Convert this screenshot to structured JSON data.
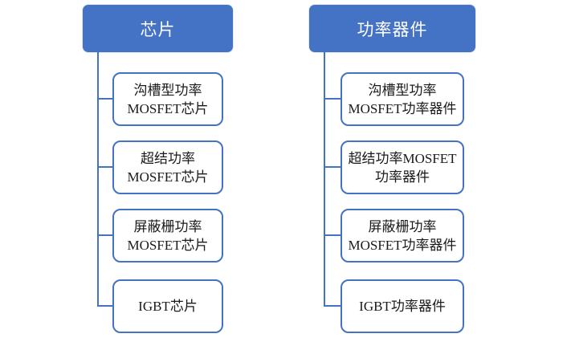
{
  "diagram": {
    "type": "hierarchy",
    "trees": [
      {
        "root_label": "芯片",
        "children": [
          {
            "label": "沟槽型功率MOSFET芯片",
            "lines": [
              "沟槽型功率",
              "MOSFET芯片"
            ]
          },
          {
            "label": "超结功率MOSFET芯片",
            "lines": [
              "超结功率",
              "MOSFET芯片"
            ]
          },
          {
            "label": "屏蔽栅功率MOSFET芯片",
            "lines": [
              "屏蔽栅功率",
              "MOSFET芯片"
            ]
          },
          {
            "label": "IGBT芯片",
            "lines": [
              "IGBT芯片"
            ]
          }
        ]
      },
      {
        "root_label": "功率器件",
        "children": [
          {
            "label": "沟槽型功率MOSFET功率器件",
            "lines": [
              "沟槽型功率",
              "MOSFET功率器件"
            ]
          },
          {
            "label": "超结功率MOSFET功率器件",
            "lines": [
              "超结功率MOSFET",
              "功率器件"
            ]
          },
          {
            "label": "屏蔽栅功率MOSFET功率器件",
            "lines": [
              "屏蔽栅功率",
              "MOSFET功率器件"
            ]
          },
          {
            "label": "IGBT功率器件",
            "lines": [
              "IGBT功率器件"
            ]
          }
        ]
      }
    ],
    "colors": {
      "root_fill": "#4472C4",
      "root_text": "#FFFFFF",
      "child_border": "#4472C4",
      "child_fill": "#FFFFFF",
      "child_text": "#1A1A1A",
      "connector": "#4472C4",
      "background": "#FFFFFF"
    }
  }
}
